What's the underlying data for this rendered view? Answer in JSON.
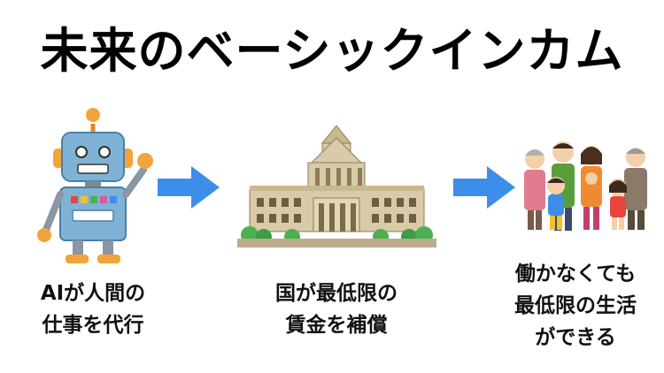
{
  "title": "未来のベーシックインカム",
  "steps": [
    {
      "illustration": "robot",
      "caption_lines": [
        "AIが人間の",
        "仕事を代行"
      ]
    },
    {
      "illustration": "parliament-building",
      "caption_lines": [
        "国が最低限の",
        "賃金を補償"
      ]
    },
    {
      "illustration": "family",
      "caption_lines": [
        "働かなくても",
        "最低限の生活",
        "ができる"
      ]
    }
  ],
  "arrow_icon": "right-arrow-icon",
  "colors": {
    "arrow": "#3d8ee8",
    "robot_body": "#7fb3d5",
    "building": "#d9cba8"
  }
}
